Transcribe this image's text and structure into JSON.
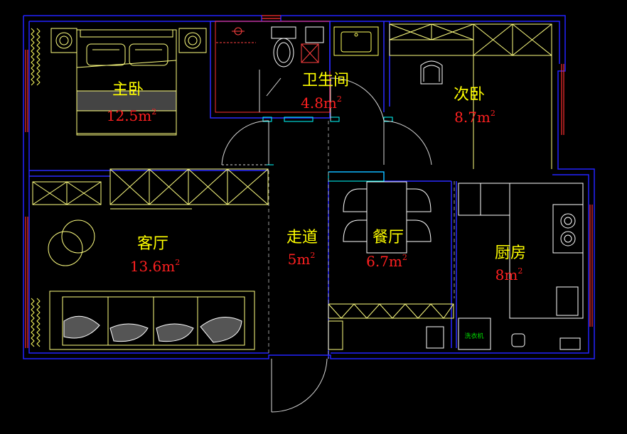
{
  "rooms": {
    "master_bedroom": {
      "name": "主卧",
      "area": "12.5m",
      "sup": "2"
    },
    "bathroom": {
      "name": "卫生间",
      "area": "4.8m",
      "sup": "2"
    },
    "second_bedroom": {
      "name": "次卧",
      "area": "8.7m",
      "sup": "2"
    },
    "living_room": {
      "name": "客厅",
      "area": "13.6m",
      "sup": "2"
    },
    "corridor": {
      "name": "走道",
      "area": "5m",
      "sup": "2"
    },
    "dining_room": {
      "name": "餐厅",
      "area": "6.7m",
      "sup": "2"
    },
    "kitchen": {
      "name": "厨房",
      "area": "8m",
      "sup": "2"
    }
  },
  "appliances": {
    "washer_label": "洗衣机"
  },
  "colors": {
    "wall": "#1a1aff",
    "wall_inner": "#3030ff",
    "furniture": "#ffff80",
    "fixture": "#ffffff",
    "door": "#d0d0d0",
    "window": "#ff3030",
    "cyan": "#00ffff",
    "room_name": "#ffff00",
    "room_area": "#ff2020"
  }
}
